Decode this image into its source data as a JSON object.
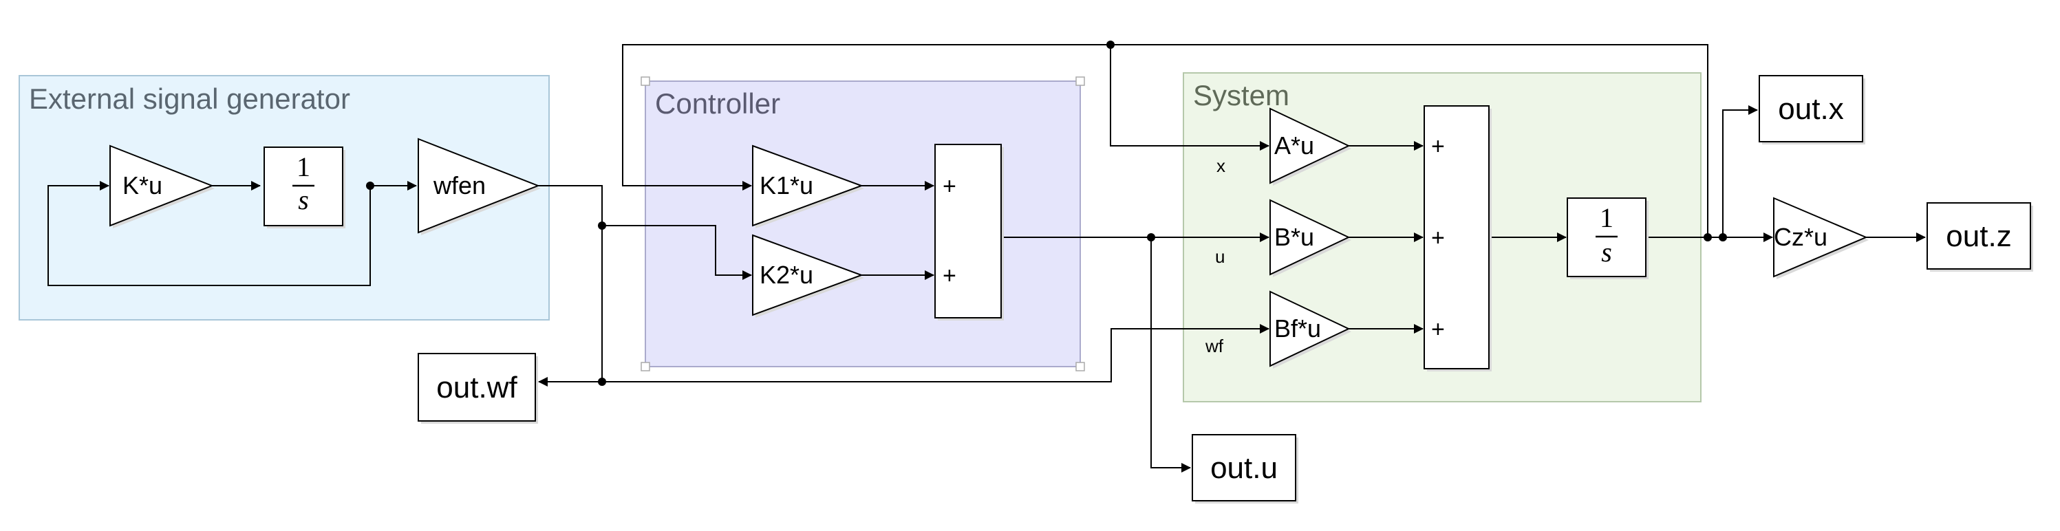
{
  "areas": {
    "external": {
      "title": "External signal generator",
      "fill": "#e6f4fd",
      "stroke": "#a9c6d8",
      "text_color": "#5a6670"
    },
    "controller": {
      "title": "Controller",
      "fill": "#e5e5fb",
      "stroke": "#aaaacc",
      "text_color": "#5a5a70"
    },
    "system": {
      "title": "System",
      "fill": "#eef6e8",
      "stroke": "#b5c8aa",
      "text_color": "#5f6a58"
    }
  },
  "blocks": {
    "k_gain": "K*u",
    "integrator1": {
      "num": "1",
      "den": "s"
    },
    "wfen_gain": "wfen",
    "k1_gain": "K1*u",
    "k2_gain": "K2*u",
    "a_gain": "A*u",
    "b_gain": "B*u",
    "bf_gain": "Bf*u",
    "integrator2": {
      "num": "1",
      "den": "s"
    },
    "cz_gain": "Cz*u",
    "sum_sign": "+"
  },
  "outports": {
    "wf": "out.wf",
    "u": "out.u",
    "x": "out.x",
    "z": "out.z"
  },
  "signal_labels": {
    "x": "x",
    "u": "u",
    "wf": "wf"
  }
}
